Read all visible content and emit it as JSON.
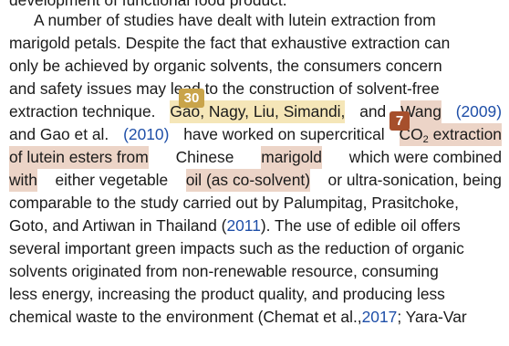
{
  "paper": {
    "prev_line": "development of functional food product.",
    "markers": [
      "30",
      "7"
    ],
    "lines": [
      [
        "A number of studies have dealt with lutein extraction from"
      ],
      [
        "marigold petals. Despite the fact that exhaustive extraction can"
      ],
      [
        "only be achieved by organic solvents, the consumers concern"
      ],
      [
        "and safety issues may lead to the construction of solvent-free"
      ],
      [
        "extraction technique.",
        "Gao, Nagy, Liu, Simandi,",
        "and",
        "Wang",
        "(2009)"
      ],
      [
        "and Gao et al.",
        "(2010)",
        "have worked on supercritical",
        "CO",
        "2",
        "extraction"
      ],
      [
        "of lutein esters from",
        "Chinese",
        "marigold",
        "which were combined"
      ],
      [
        "with",
        "either vegetable",
        "oil (as co-solvent)",
        "or ultra-sonication, being"
      ],
      [
        "comparable to the study carried out by Palumpitag, Prasitchoke,"
      ],
      [
        "Goto, and Artiwan in Thailand (",
        "2011",
        "). The use of edible oil offers"
      ],
      [
        "several important green impacts such as the reduction of organic"
      ],
      [
        "solvents originated from non-renewable resource, consuming"
      ],
      [
        "less energy, increasing the product quality, and producing less"
      ],
      [
        "chemical waste to the environment (Chemat et al.,",
        "2017",
        "; Yara-Var"
      ]
    ]
  }
}
